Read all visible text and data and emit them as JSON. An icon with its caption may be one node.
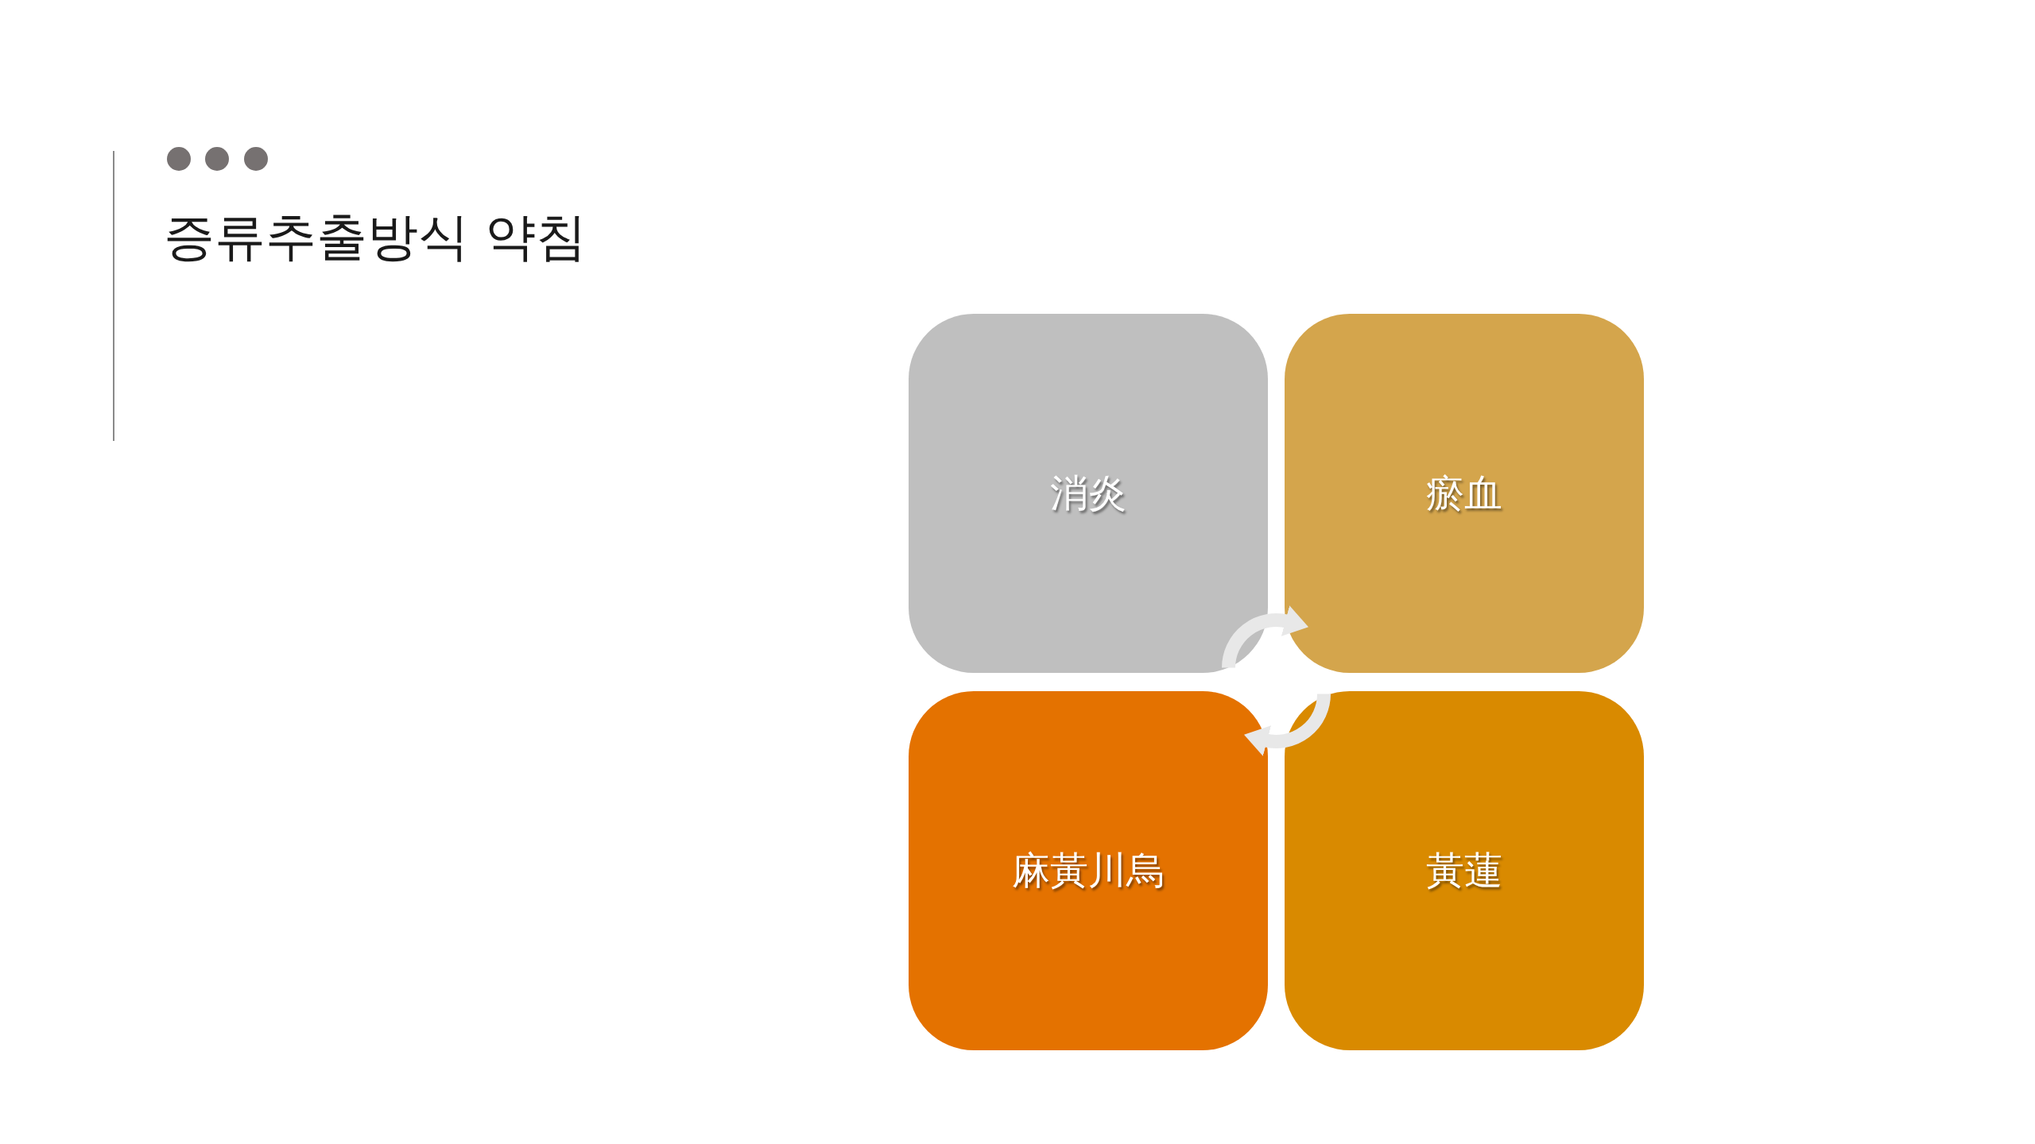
{
  "diagram": {
    "title": "증류추출방식 약침",
    "nodes": [
      {
        "text": [
          "消炎"
        ]
      },
      {
        "text": [
          "瘀血"
        ]
      },
      {
        "text": [
          "麻黃川烏"
        ]
      },
      {
        "text": [
          "黃蓮"
        ]
      }
    ],
    "edges": [
      {
        "from": 0,
        "to": 1,
        "arrow": "to"
      },
      {
        "from": 3,
        "to": 2,
        "arrow": "to"
      }
    ]
  }
}
